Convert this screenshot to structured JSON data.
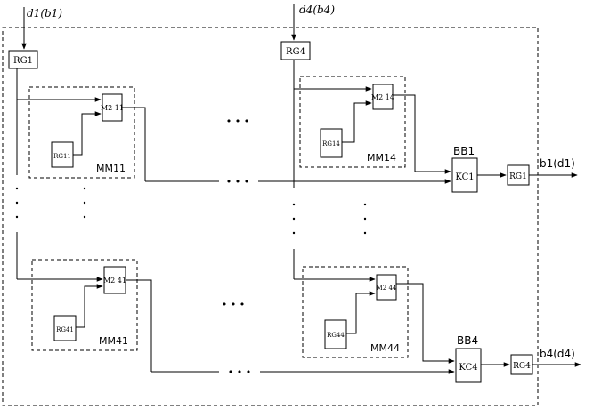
{
  "inputs": {
    "left": "d1(b1)",
    "right": "d4(b4)"
  },
  "outputs": {
    "top": "b1(d1)",
    "bottom": "b4(d4)"
  },
  "blocks": {
    "rg1": "RG1",
    "rg4": "RG4",
    "rg11": "RG11",
    "rg14": "RG14",
    "rg41": "RG41",
    "rg44": "RG44",
    "m2_11": "M2 11",
    "m2_14": "M2 14",
    "m2_41": "M2 41",
    "m2_44": "M2 44",
    "kc1": "KC1",
    "kc4": "KC4",
    "rg1_out": "RG1",
    "rg4_out": "RG4"
  },
  "groups": {
    "mm11": "MM11",
    "mm14": "MM14",
    "mm41": "MM41",
    "mm44": "MM44",
    "bb1": "BB1",
    "bb4": "BB4"
  },
  "ellipsis": "• • •"
}
